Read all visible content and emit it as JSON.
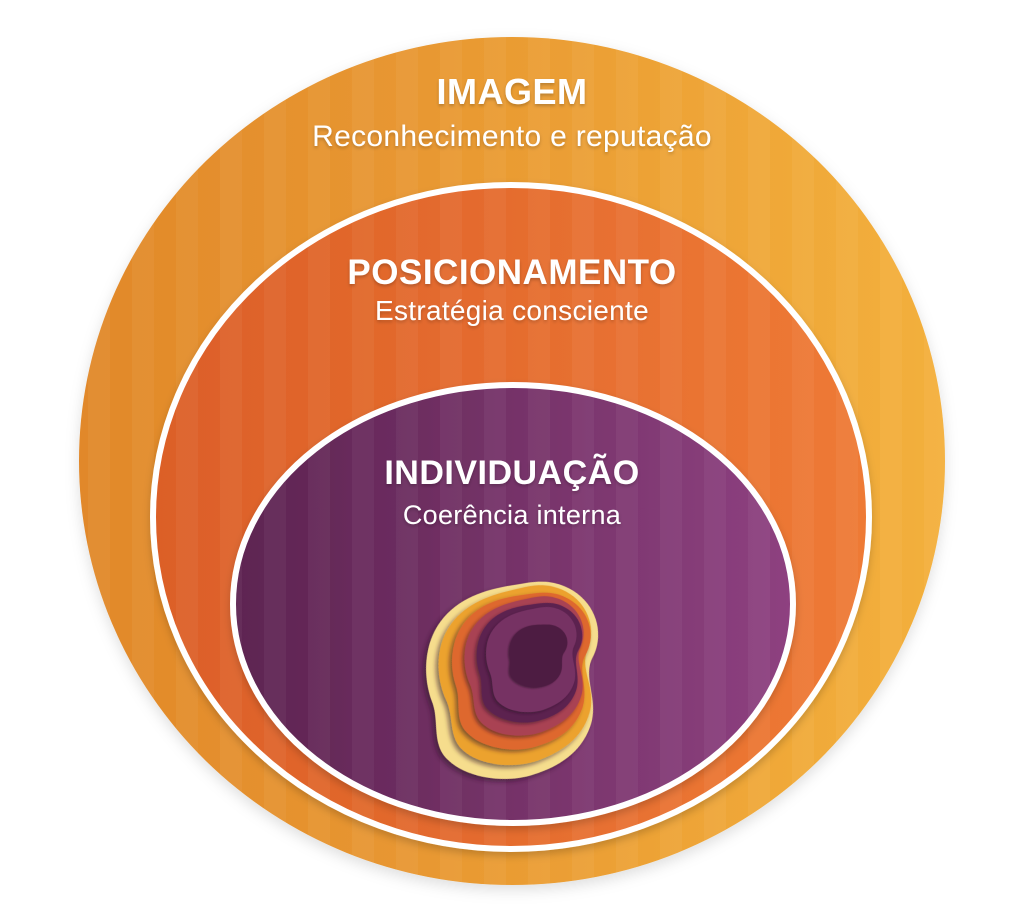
{
  "diagram": {
    "type": "concentric-onion-diagram",
    "background": "#ffffff",
    "text_color": "#ffffff",
    "rings": [
      {
        "title": "IMAGEM",
        "subtitle": "Reconhecimento e reputação",
        "color_left": "#e1882a",
        "color_right": "#f3b03c"
      },
      {
        "title": "POSICIONAMENTO",
        "subtitle": "Estratégia consciente",
        "color_left": "#dc5f28",
        "color_right": "#ee7a35"
      },
      {
        "title": "INDIVIDUAÇÃO",
        "subtitle": "Coerência interna",
        "color_left": "#5d2451",
        "color_right": "#8e4180"
      }
    ],
    "center_blob": {
      "name": "layered-topography-blob",
      "layers": [
        "#f6dd8d",
        "#eca22f",
        "#de672d",
        "#a94352",
        "#5c2150",
        "#763264",
        "#4e1c42"
      ]
    }
  }
}
